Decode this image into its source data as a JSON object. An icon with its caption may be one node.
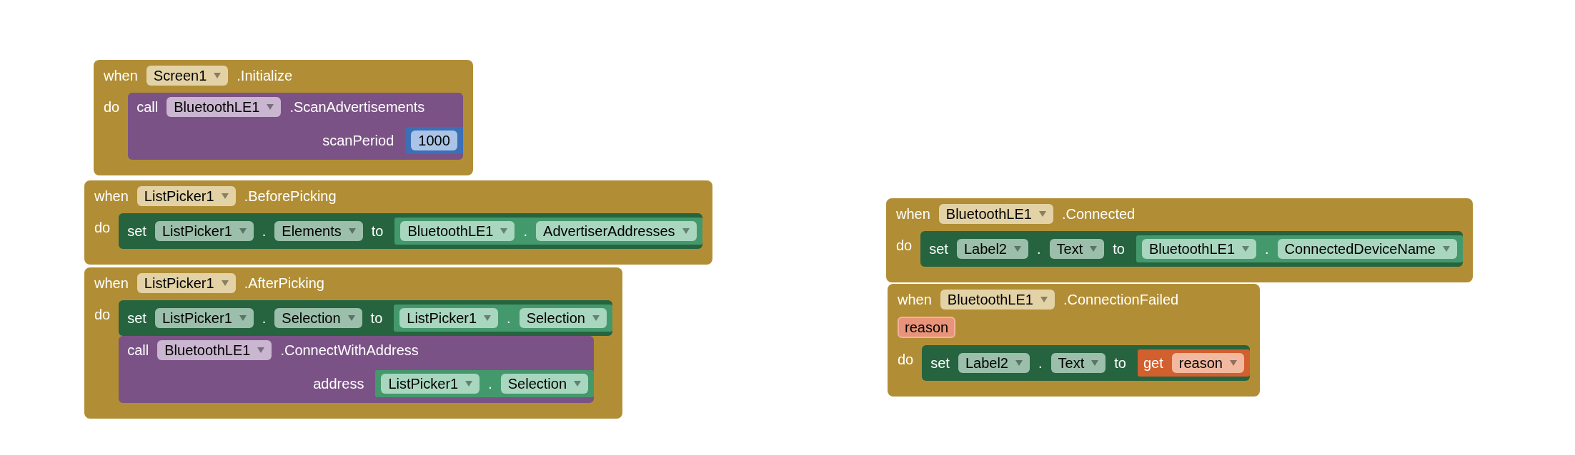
{
  "diagram": {
    "nodes": [
      {
        "text": [
          "when",
          ".Initialize",
          "do"
        ]
      },
      {
        "text": [
          "Screen1"
        ],
        "in": 0
      },
      {
        "text": [
          "call",
          ".ScanAdvertisements",
          "scanPeriod"
        ],
        "in": 0
      },
      {
        "text": [
          "BluetoothLE1"
        ],
        "in": 2
      },
      {
        "text": [
          "1000"
        ],
        "in": 2
      },
      {
        "text": [
          "when",
          ".BeforePicking",
          "do"
        ]
      },
      {
        "text": [
          "ListPicker1"
        ],
        "in": 5
      },
      {
        "text": [
          "set",
          ".",
          "to"
        ],
        "in": 5
      },
      {
        "text": [
          "ListPicker1"
        ],
        "in": 7
      },
      {
        "text": [
          "Elements"
        ],
        "in": 7
      },
      {
        "text": [
          "."
        ],
        "in": 7
      },
      {
        "text": [
          "BluetoothLE1"
        ],
        "in": 10
      },
      {
        "text": [
          "AdvertiserAddresses"
        ],
        "in": 10
      },
      {
        "text": [
          "when",
          ".AfterPicking",
          "do"
        ]
      },
      {
        "text": [
          "ListPicker1"
        ],
        "in": 13
      },
      {
        "text": [
          "set",
          ".",
          "to"
        ],
        "in": 13
      },
      {
        "text": [
          "ListPicker1"
        ],
        "in": 15
      },
      {
        "text": [
          "Selection"
        ],
        "in": 15
      },
      {
        "text": [
          "."
        ],
        "in": 15
      },
      {
        "text": [
          "ListPicker1"
        ],
        "in": 18
      },
      {
        "text": [
          "Selection"
        ],
        "in": 18
      },
      {
        "text": [
          "call",
          ".ConnectWithAddress",
          "address"
        ],
        "in": 13
      },
      {
        "text": [
          "BluetoothLE1"
        ],
        "in": 21
      },
      {
        "text": [
          "."
        ],
        "in": 21
      },
      {
        "text": [
          "ListPicker1"
        ],
        "in": 23
      },
      {
        "text": [
          "Selection"
        ],
        "in": 23
      },
      {
        "text": [
          "when",
          ".Connected",
          "do"
        ]
      },
      {
        "text": [
          "BluetoothLE1"
        ],
        "in": 26
      },
      {
        "text": [
          "set",
          ".",
          "to"
        ],
        "in": 26
      },
      {
        "text": [
          "Label2"
        ],
        "in": 28
      },
      {
        "text": [
          "Text"
        ],
        "in": 28
      },
      {
        "text": [
          "."
        ],
        "in": 28
      },
      {
        "text": [
          "BluetoothLE1"
        ],
        "in": 31
      },
      {
        "text": [
          "ConnectedDeviceName"
        ],
        "in": 31
      },
      {
        "text": [
          "when",
          ".ConnectionFailed",
          "do"
        ]
      },
      {
        "text": [
          "BluetoothLE1"
        ],
        "in": 34
      },
      {
        "text": [
          "reason"
        ],
        "in": 34
      },
      {
        "text": [
          "set",
          ".",
          "to"
        ],
        "in": 34
      },
      {
        "text": [
          "Label2"
        ],
        "in": 37
      },
      {
        "text": [
          "Text"
        ],
        "in": 37
      },
      {
        "text": [
          "get"
        ],
        "in": 37
      },
      {
        "text": [
          "reason"
        ],
        "in": 40
      }
    ]
  }
}
